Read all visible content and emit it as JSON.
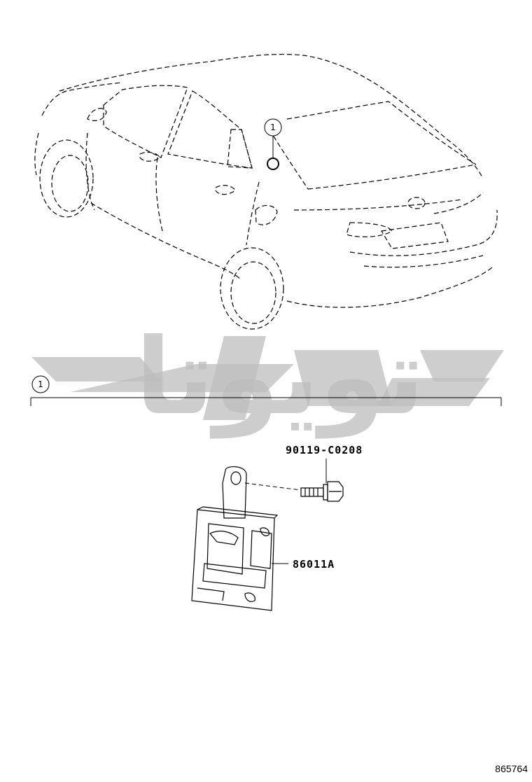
{
  "diagram": {
    "callouts": [
      {
        "id": "callout-car",
        "number": "1"
      },
      {
        "id": "callout-section",
        "number": "1"
      }
    ],
    "parts": [
      {
        "id": "bolt",
        "part_number": "90119-C0208"
      },
      {
        "id": "module",
        "part_number": "86011A"
      }
    ],
    "figure_id": "865764",
    "watermark": "تویوتا"
  },
  "colors": {
    "line": "#000000",
    "watermark": "#bdbdbd",
    "background": "#ffffff"
  }
}
